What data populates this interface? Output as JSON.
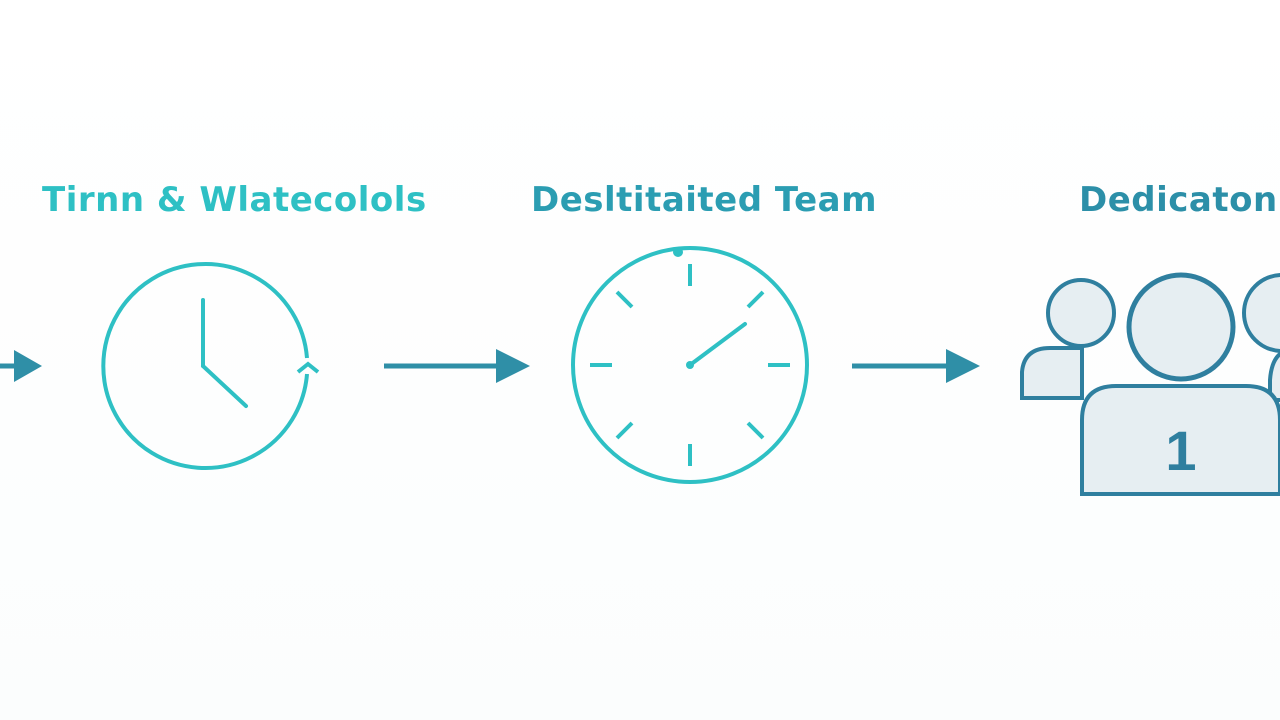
{
  "steps": [
    {
      "label": "Tirnn & Wlatecolols",
      "icon": "clock-icon"
    },
    {
      "label": "Desltitaited Team",
      "icon": "stopwatch-icon"
    },
    {
      "label": "Dedicaton",
      "icon": "team-icon"
    }
  ],
  "team_badge": "1",
  "colors": {
    "teal": "#2ec0c4",
    "arrow": "#2f8fa7",
    "team_stroke": "#2f7f9f",
    "team_fill": "#e6eef2"
  }
}
